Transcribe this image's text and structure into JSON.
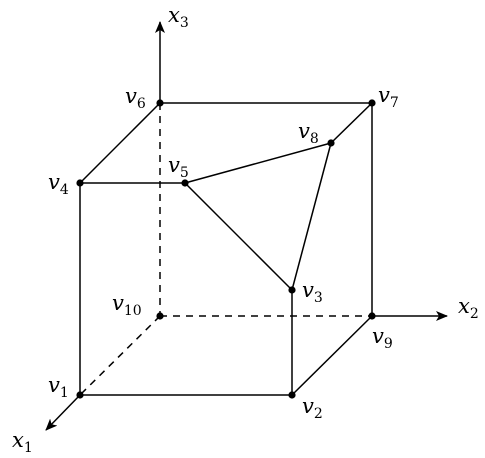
{
  "axes": [
    {
      "id": "x1",
      "base": "x",
      "sub": "1"
    },
    {
      "id": "x2",
      "base": "x",
      "sub": "2"
    },
    {
      "id": "x3",
      "base": "x",
      "sub": "3"
    }
  ],
  "vertices": [
    {
      "id": "v1",
      "base": "v",
      "sub": "1"
    },
    {
      "id": "v2",
      "base": "v",
      "sub": "2"
    },
    {
      "id": "v3",
      "base": "v",
      "sub": "3"
    },
    {
      "id": "v4",
      "base": "v",
      "sub": "4"
    },
    {
      "id": "v5",
      "base": "v",
      "sub": "5"
    },
    {
      "id": "v6",
      "base": "v",
      "sub": "6"
    },
    {
      "id": "v7",
      "base": "v",
      "sub": "7"
    },
    {
      "id": "v8",
      "base": "v",
      "sub": "8"
    },
    {
      "id": "v9",
      "base": "v",
      "sub": "9"
    },
    {
      "id": "v10",
      "base": "v",
      "sub": "10"
    }
  ],
  "edges": [
    {
      "from": "v1",
      "to": "v2",
      "style": "solid"
    },
    {
      "from": "v1",
      "to": "v4",
      "style": "solid"
    },
    {
      "from": "v4",
      "to": "v6",
      "style": "solid"
    },
    {
      "from": "v6",
      "to": "v7",
      "style": "solid"
    },
    {
      "from": "v7",
      "to": "v9",
      "style": "solid"
    },
    {
      "from": "v9",
      "to": "v2",
      "style": "solid"
    },
    {
      "from": "v2",
      "to": "v3",
      "style": "solid"
    },
    {
      "from": "v4",
      "to": "v5",
      "style": "solid"
    },
    {
      "from": "v5",
      "to": "v8",
      "style": "solid"
    },
    {
      "from": "v8",
      "to": "v7",
      "style": "solid"
    },
    {
      "from": "v5",
      "to": "v3",
      "style": "solid"
    },
    {
      "from": "v3",
      "to": "v8",
      "style": "solid"
    },
    {
      "from": "v6",
      "to": "v10",
      "style": "dashed"
    },
    {
      "from": "v10",
      "to": "v9",
      "style": "dashed"
    },
    {
      "from": "v10",
      "to": "v1",
      "style": "dashed"
    }
  ]
}
